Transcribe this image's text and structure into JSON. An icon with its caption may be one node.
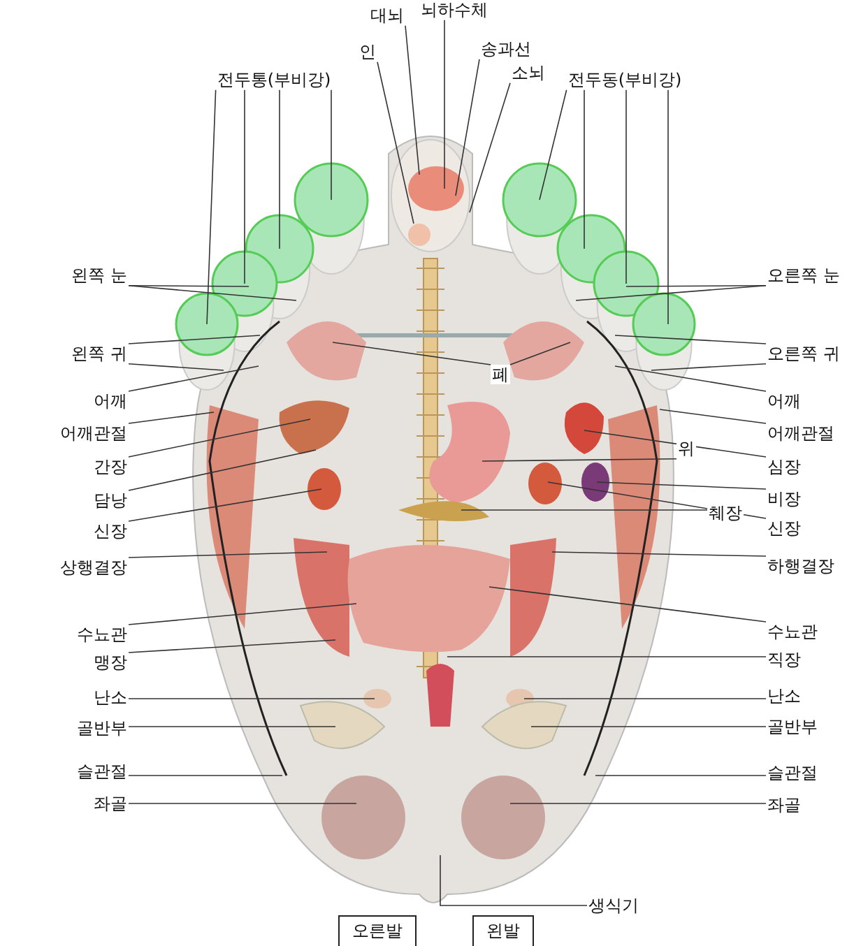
{
  "diagram": {
    "nodes": [
      {
        "text": [
          "대뇌"
        ]
      },
      {
        "text": [
          "뇌하수체"
        ]
      },
      {
        "text": [
          "인"
        ]
      },
      {
        "text": [
          "송과선"
        ]
      },
      {
        "text": [
          "소뇌"
        ]
      },
      {
        "text": [
          "전두통(부비강)"
        ]
      },
      {
        "text": [
          "전두동(부비강)"
        ]
      },
      {
        "text": [
          "왼쪽 눈"
        ]
      },
      {
        "text": [
          "오른쪽 눈"
        ]
      },
      {
        "text": [
          "왼쪽 귀"
        ]
      },
      {
        "text": [
          "오른쪽 귀"
        ]
      },
      {
        "text": [
          "폐"
        ]
      },
      {
        "text": [
          "어깨"
        ]
      },
      {
        "text": [
          "어깨"
        ]
      },
      {
        "text": [
          "어깨관절"
        ]
      },
      {
        "text": [
          "어깨관절"
        ]
      },
      {
        "text": [
          "위"
        ]
      },
      {
        "text": [
          "간장"
        ]
      },
      {
        "text": [
          "심장"
        ]
      },
      {
        "text": [
          "담낭"
        ]
      },
      {
        "text": [
          "비장"
        ]
      },
      {
        "text": [
          "췌장"
        ]
      },
      {
        "text": [
          "신장"
        ]
      },
      {
        "text": [
          "신장"
        ]
      },
      {
        "text": [
          "상행결장"
        ]
      },
      {
        "text": [
          "하행결장"
        ]
      },
      {
        "text": [
          "수뇨관"
        ]
      },
      {
        "text": [
          "수뇨관"
        ]
      },
      {
        "text": [
          "맹장"
        ]
      },
      {
        "text": [
          "직장"
        ]
      },
      {
        "text": [
          "난소"
        ]
      },
      {
        "text": [
          "난소"
        ]
      },
      {
        "text": [
          "골반부"
        ]
      },
      {
        "text": [
          "골반부"
        ]
      },
      {
        "text": [
          "슬관절"
        ]
      },
      {
        "text": [
          "슬관절"
        ]
      },
      {
        "text": [
          "좌골"
        ]
      },
      {
        "text": [
          "좌골"
        ]
      },
      {
        "text": [
          "생식기"
        ]
      },
      {
        "text": [
          "오른발"
        ]
      },
      {
        "text": [
          "왼발"
        ]
      }
    ],
    "edges": [
      {
        "from": 0,
        "to": null,
        "arrow": "none"
      },
      {
        "from": 1,
        "to": null,
        "arrow": "none"
      },
      {
        "from": 2,
        "to": null,
        "arrow": "none"
      },
      {
        "from": 3,
        "to": null,
        "arrow": "none"
      },
      {
        "from": 4,
        "to": null,
        "arrow": "none"
      },
      {
        "from": 5,
        "to": null,
        "arrow": "none"
      },
      {
        "from": 5,
        "to": null,
        "arrow": "none"
      },
      {
        "from": 5,
        "to": null,
        "arrow": "none"
      },
      {
        "from": 5,
        "to": null,
        "arrow": "none"
      },
      {
        "from": 6,
        "to": null,
        "arrow": "none"
      },
      {
        "from": 6,
        "to": null,
        "arrow": "none"
      },
      {
        "from": 6,
        "to": null,
        "arrow": "none"
      },
      {
        "from": 6,
        "to": null,
        "arrow": "none"
      },
      {
        "from": 7,
        "to": null,
        "arrow": "none"
      },
      {
        "from": 7,
        "to": null,
        "arrow": "none"
      },
      {
        "from": 8,
        "to": null,
        "arrow": "none"
      },
      {
        "from": 8,
        "to": null,
        "arrow": "none"
      },
      {
        "from": 9,
        "to": null,
        "arrow": "none"
      },
      {
        "from": 9,
        "to": null,
        "arrow": "none"
      },
      {
        "from": 10,
        "to": null,
        "arrow": "none"
      },
      {
        "from": 10,
        "to": null,
        "arrow": "none"
      },
      {
        "from": 11,
        "to": null,
        "arrow": "none"
      },
      {
        "from": 11,
        "to": null,
        "arrow": "none"
      },
      {
        "from": 12,
        "to": null,
        "arrow": "none"
      },
      {
        "from": 13,
        "to": null,
        "arrow": "none"
      },
      {
        "from": 14,
        "to": null,
        "arrow": "none"
      },
      {
        "from": 15,
        "to": null,
        "arrow": "none"
      },
      {
        "from": 16,
        "to": null,
        "arrow": "none"
      },
      {
        "from": 17,
        "to": null,
        "arrow": "none"
      },
      {
        "from": 18,
        "to": null,
        "arrow": "none"
      },
      {
        "from": 19,
        "to": null,
        "arrow": "none"
      },
      {
        "from": 20,
        "to": null,
        "arrow": "none"
      },
      {
        "from": 21,
        "to": null,
        "arrow": "none"
      },
      {
        "from": 22,
        "to": null,
        "arrow": "none"
      },
      {
        "from": 23,
        "to": null,
        "arrow": "none"
      },
      {
        "from": 24,
        "to": null,
        "arrow": "none"
      },
      {
        "from": 25,
        "to": null,
        "arrow": "none"
      },
      {
        "from": 26,
        "to": null,
        "arrow": "none"
      },
      {
        "from": 27,
        "to": null,
        "arrow": "none"
      },
      {
        "from": 28,
        "to": null,
        "arrow": "none"
      },
      {
        "from": 29,
        "to": null,
        "arrow": "none"
      },
      {
        "from": 30,
        "to": null,
        "arrow": "none"
      },
      {
        "from": 31,
        "to": null,
        "arrow": "none"
      },
      {
        "from": 32,
        "to": null,
        "arrow": "none"
      },
      {
        "from": 33,
        "to": null,
        "arrow": "none"
      },
      {
        "from": 34,
        "to": null,
        "arrow": "none"
      },
      {
        "from": 35,
        "to": null,
        "arrow": "none"
      },
      {
        "from": 36,
        "to": null,
        "arrow": "none"
      },
      {
        "from": 37,
        "to": null,
        "arrow": "none"
      },
      {
        "from": 38,
        "to": null,
        "arrow": "none"
      }
    ]
  }
}
